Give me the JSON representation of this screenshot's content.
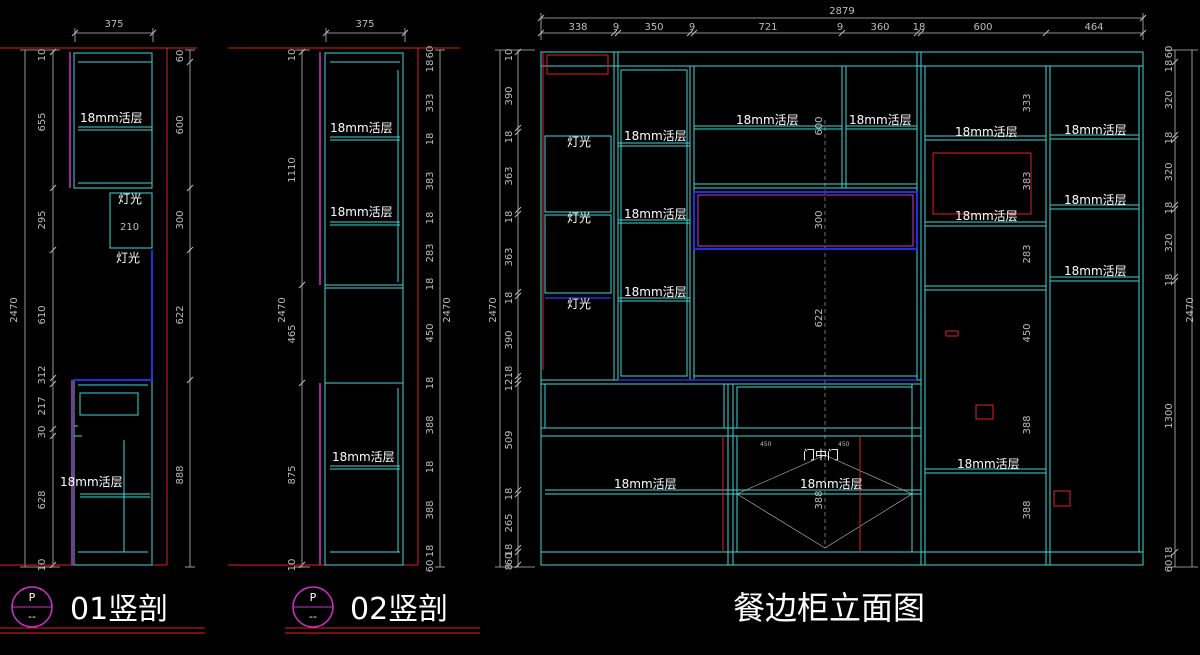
{
  "colors": {
    "background": "#000000",
    "cabinet": "#3fd8d8",
    "accent_red": "#e02020",
    "accent_magenta": "#d030d0",
    "accent_blue": "#2030e0",
    "dimension": "#bdbdbd",
    "text": "#ffffff"
  },
  "section1": {
    "title": "01竖剖",
    "symbol_top": "P",
    "symbol_bottom": "--",
    "width_dim": "375",
    "left_dims": [
      "10",
      "655",
      "295",
      "610",
      "312",
      "217",
      "30",
      "628",
      "10"
    ],
    "total_height": "2470",
    "right_dims": [
      "60",
      "600",
      "300",
      "622",
      "888"
    ],
    "labels": [
      "18mm活层",
      "灯光",
      "210",
      "灯光",
      "18mm活层"
    ]
  },
  "section2": {
    "title": "02竖剖",
    "symbol_top": "P",
    "symbol_bottom": "--",
    "width_dim": "375",
    "left_dims": [
      "10",
      "1110",
      "465",
      "875",
      "10"
    ],
    "total_height": "2470",
    "right_dims": [
      "60",
      "18",
      "333",
      "18",
      "383",
      "18",
      "283",
      "18",
      "450",
      "18",
      "388",
      "18",
      "388",
      "18",
      "60"
    ],
    "labels": [
      "18mm活层",
      "18mm活层",
      "18mm活层"
    ]
  },
  "elevation": {
    "title": "餐边柜立面图",
    "total_width": "2879",
    "top_dims": [
      "338",
      "9",
      "350",
      "9",
      "721",
      "9",
      "360",
      "18",
      "600",
      "464"
    ],
    "left_dims": [
      "10",
      "390",
      "18",
      "363",
      "18",
      "363",
      "18",
      "390",
      "18",
      "12",
      "509",
      "18",
      "265",
      "18",
      "60",
      "8"
    ],
    "total_height": "2470",
    "right_dims": [
      "60",
      "18",
      "320",
      "18",
      "320",
      "18",
      "320",
      "18",
      "1300",
      "18",
      "60"
    ],
    "total_height_right": "2470",
    "inner_dims": [
      "600",
      "300",
      "622",
      "333",
      "383",
      "283",
      "450",
      "388",
      "388",
      "450",
      "450",
      "388"
    ],
    "shelf_labels": [
      "18mm活层",
      "18mm活层",
      "18mm活层",
      "18mm活层",
      "18mm活层",
      "18mm活层",
      "18mm活层",
      "18mm活层",
      "18mm活层",
      "18mm活层",
      "18mm活层",
      "18mm活层"
    ],
    "light_labels": [
      "灯光",
      "灯光",
      "灯光"
    ],
    "door_label": "门中门"
  }
}
